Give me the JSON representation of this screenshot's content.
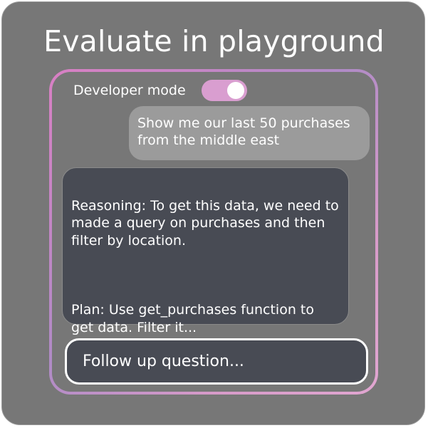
{
  "title": "Evaluate in playground",
  "developer_mode": {
    "label": "Developer mode",
    "enabled": true
  },
  "user_message": "Show me our last 50 purchases from the middle east",
  "assistant_message": {
    "reasoning": "Reasoning: To get this data, we need to made a query on purchases and then filter by location.",
    "plan": "Plan: Use get_purchases function to get data. Filter it..."
  },
  "followup": {
    "placeholder": "Follow up question...",
    "value": ""
  },
  "colors": {
    "background": "#777777",
    "bubble_dark": "#484b54",
    "bubble_light": "#9b9b9b",
    "toggle_on": "#d99ed0",
    "frame_gradient_start": "#d980c4",
    "frame_gradient_end": "#e1a6d1"
  }
}
